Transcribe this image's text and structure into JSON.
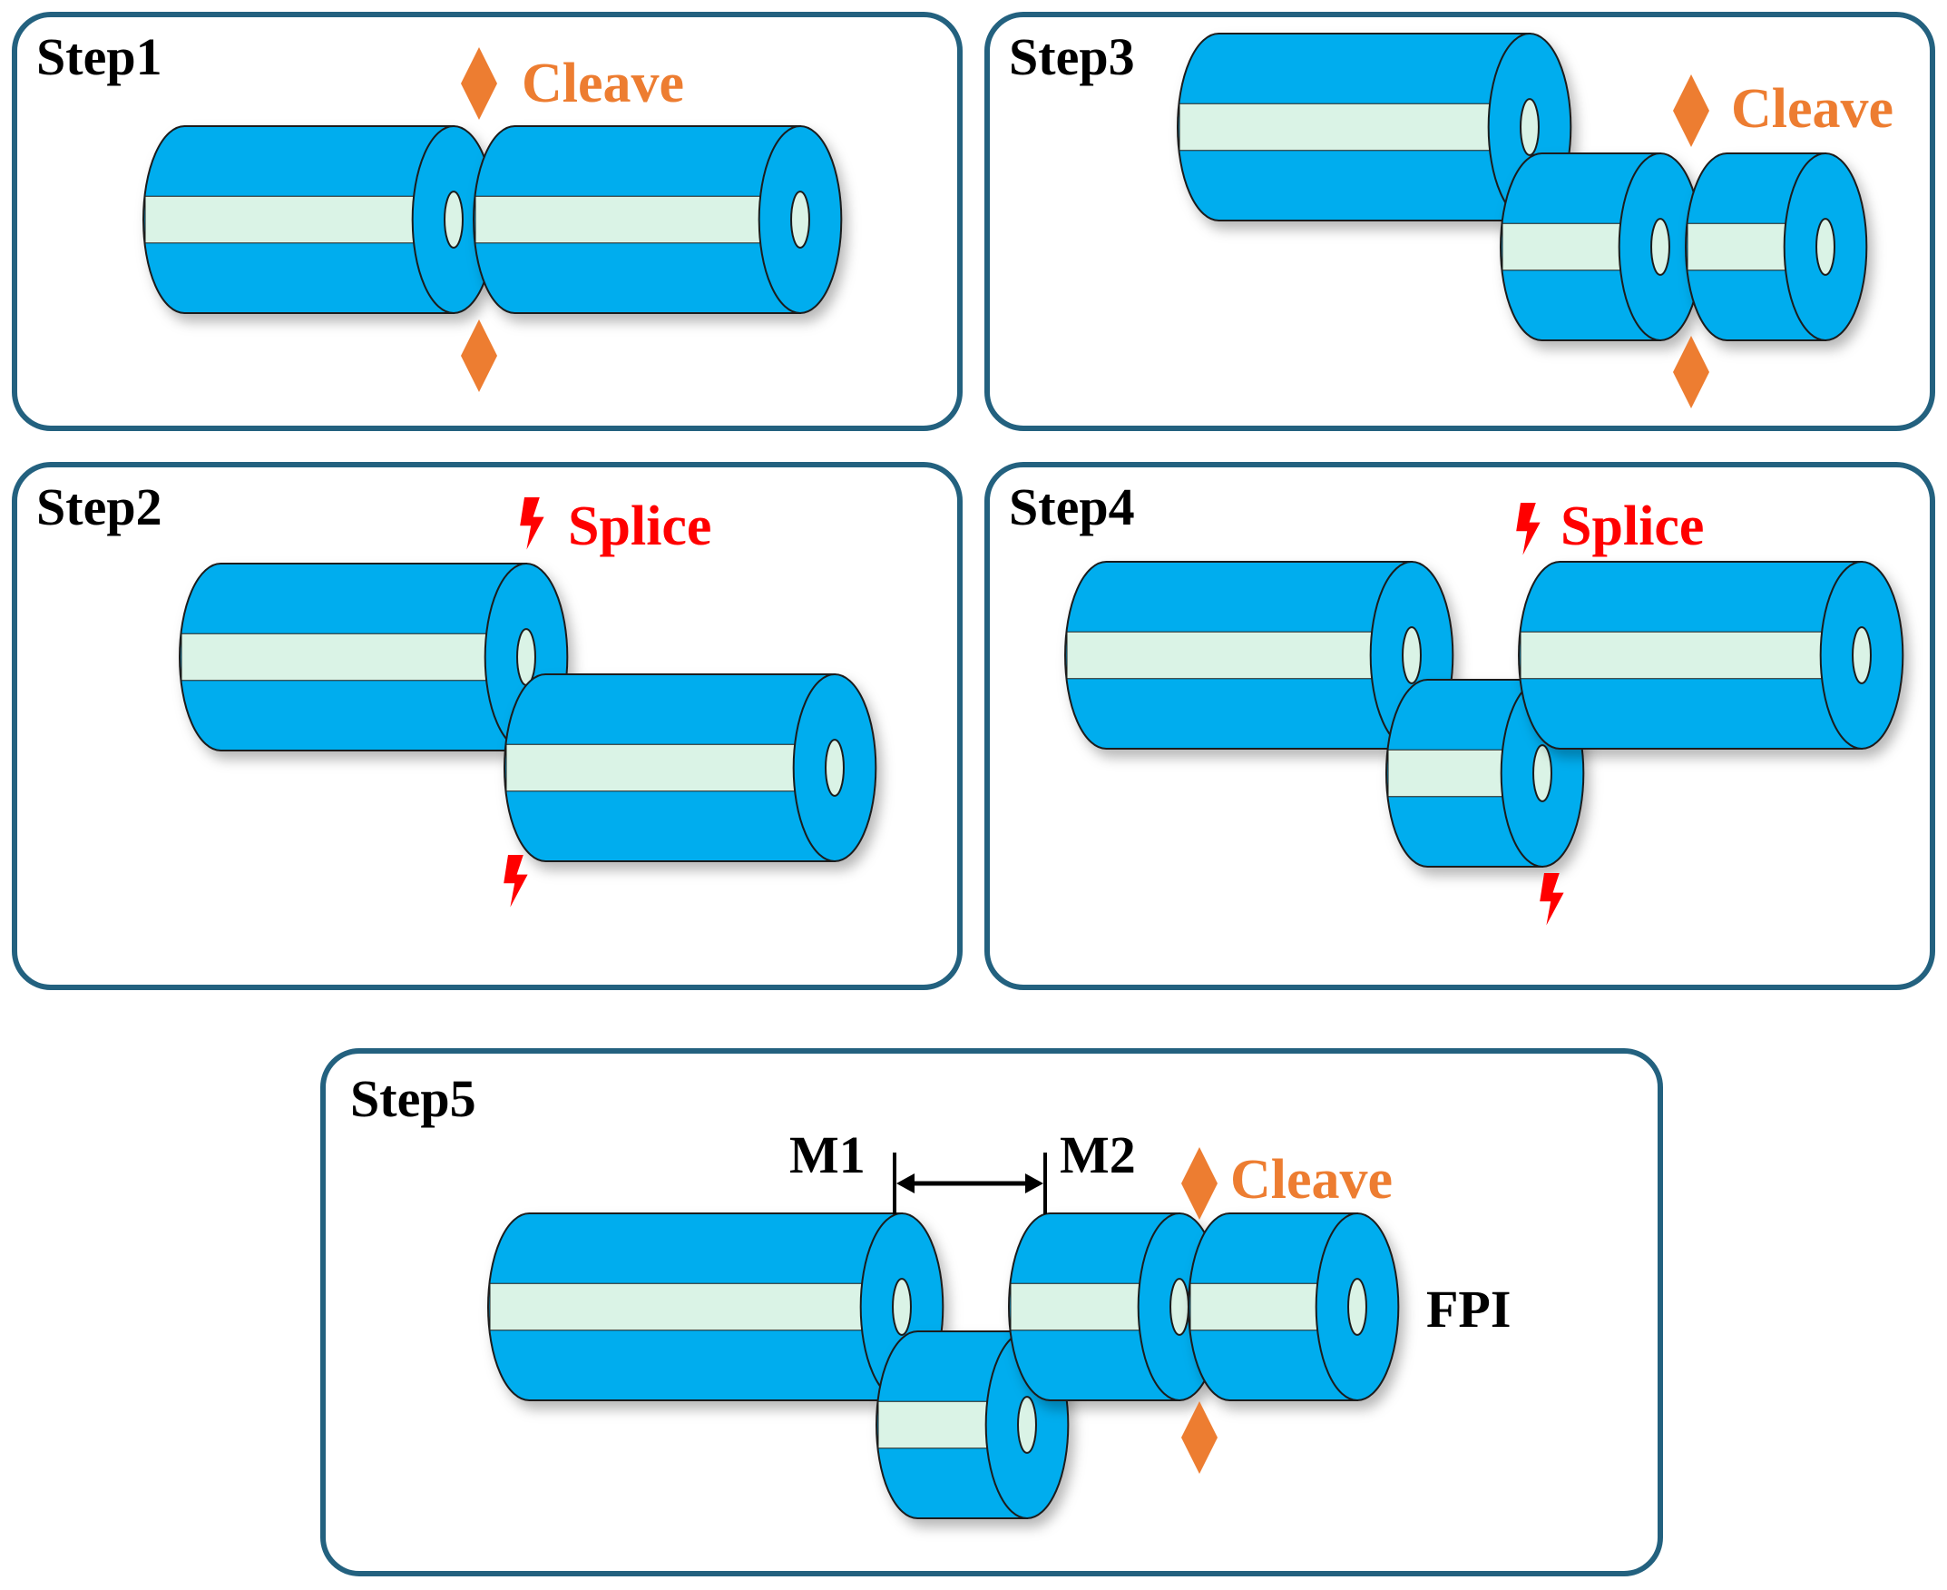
{
  "colors": {
    "panel_border": "#23617f",
    "fiber_cladding": "#00adee",
    "fiber_outline": "#1a1a1a",
    "fiber_core": "#daf3e6",
    "cleave": "#ed7d31",
    "splice": "#ff0000",
    "text": "#000000"
  },
  "panels": [
    {
      "title": "Step1",
      "annotation": "Cleave",
      "annotation_type": "cleave"
    },
    {
      "title": "Step3",
      "annotation": "Cleave",
      "annotation_type": "cleave"
    },
    {
      "title": "Step2",
      "annotation": "Splice",
      "annotation_type": "splice"
    },
    {
      "title": "Step4",
      "annotation": "Splice",
      "annotation_type": "splice"
    },
    {
      "title": "Step5",
      "annotation": "Cleave",
      "annotation_type": "cleave"
    }
  ],
  "step5_labels": {
    "mirror1": "M1",
    "mirror2": "M2",
    "device": "FPI"
  },
  "icons": {
    "cleave_marker": "diamond-icon",
    "splice_marker": "lightning-bolt-icon",
    "distance_arrow": "double-arrow-icon"
  }
}
